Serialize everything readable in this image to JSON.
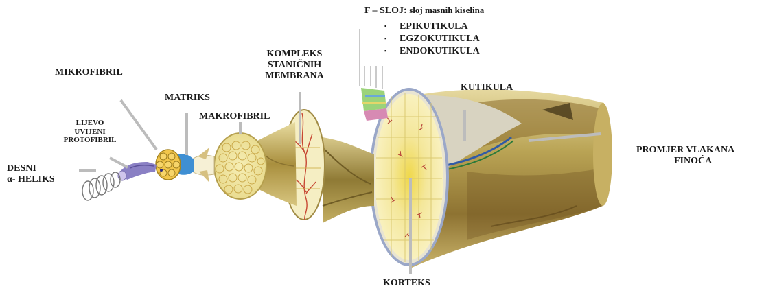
{
  "labels": {
    "desni_line1": "DESNI",
    "desni_line2": "α- HELIKS",
    "lijevo_line1": "LIJEVO",
    "lijevo_line2": "UVIJENI",
    "lijevo_line3": "PROTOFIBRIL",
    "mikrofibril": "MIKROFIBRIL",
    "matriks": "MATRIKS",
    "makrofibril": "MAKROFIBRIL",
    "kompleks_line1": "KOMPLEKS",
    "kompleks_line2": "STANIČNIH",
    "kompleks_line3": "MEMBRANA",
    "fsloj_title": "F – SLOJ:",
    "fsloj_sub": "sloj masnih kiselina",
    "epikutikula": "EPIKUTIKULA",
    "egzokutikula": "EGZOKUTIKULA",
    "endokutikula": "ENDOKUTIKULA",
    "kutikula": "KUTIKULA",
    "promjer_line1": "PROMJER VLAKANA",
    "promjer_line2": "FINOĆA",
    "korteks": "KORTEKS"
  },
  "colors": {
    "leader": "#bdbdbd",
    "fiber_tan": "#c8b46a",
    "fiber_dark": "#8a6a2a",
    "cortex_fill": "#f4e9a0",
    "cell_lines": "#c84a36",
    "helix_stroke": "#777777",
    "protofibril_purple": "#8b7fc4",
    "matrix_blue": "#3a8fd1",
    "microfibril_yellow": "#f3c84a"
  }
}
